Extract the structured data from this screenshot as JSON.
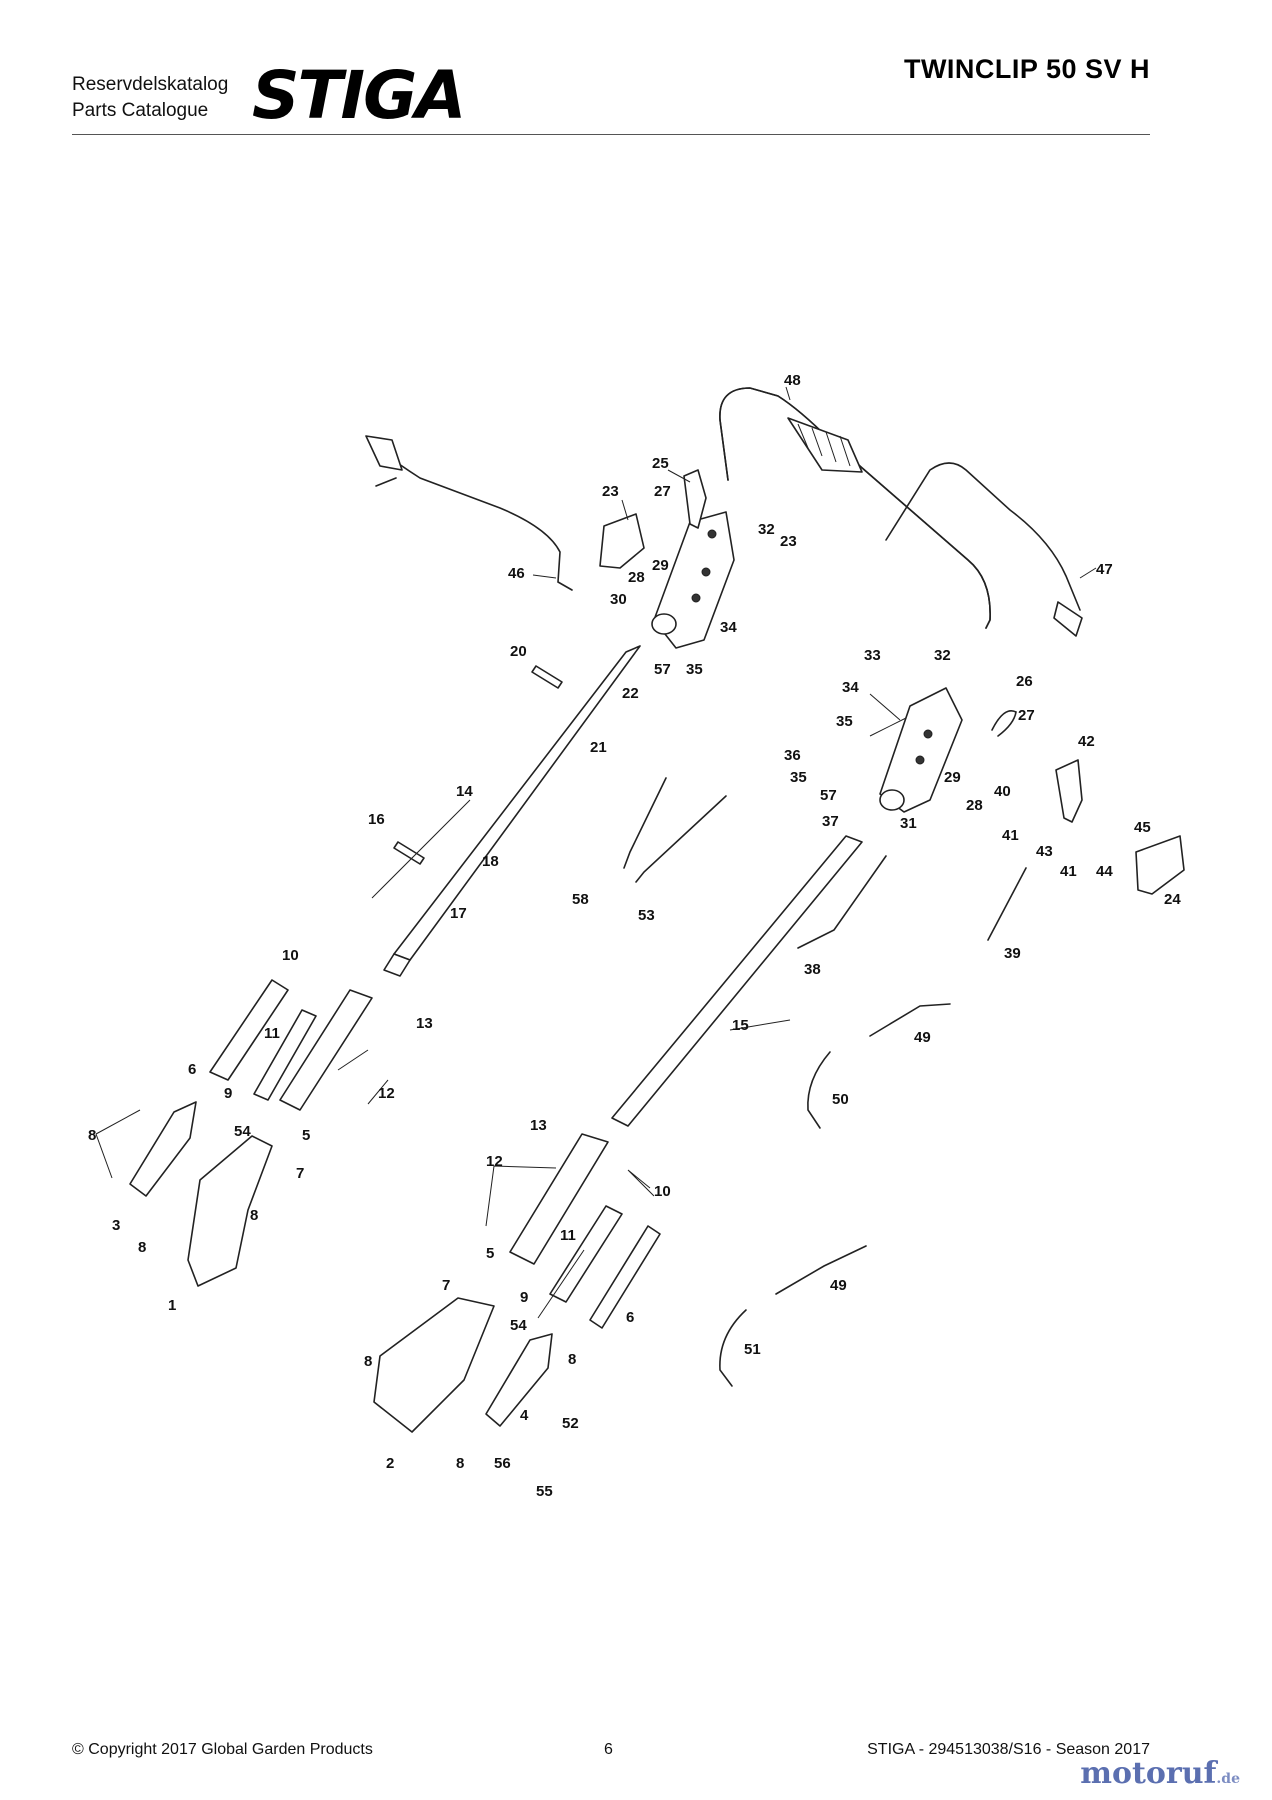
{
  "header": {
    "catalog_line1": "Reservdelskatalog",
    "catalog_line2": "Parts Catalogue",
    "brand": "STIGA",
    "model": "TWINCLIP 50 SV H"
  },
  "diagram": {
    "callouts": [
      {
        "id": "c48",
        "text": "48"
      },
      {
        "id": "c25",
        "text": "25"
      },
      {
        "id": "c23a",
        "text": "23"
      },
      {
        "id": "c27a",
        "text": "27"
      },
      {
        "id": "c32a",
        "text": "32"
      },
      {
        "id": "c23b",
        "text": "23"
      },
      {
        "id": "c28a",
        "text": "28"
      },
      {
        "id": "c29a",
        "text": "29"
      },
      {
        "id": "c46",
        "text": "46"
      },
      {
        "id": "c30",
        "text": "30"
      },
      {
        "id": "c34a",
        "text": "34"
      },
      {
        "id": "c47",
        "text": "47"
      },
      {
        "id": "c20",
        "text": "20"
      },
      {
        "id": "c57a",
        "text": "57"
      },
      {
        "id": "c35a",
        "text": "35"
      },
      {
        "id": "c22",
        "text": "22"
      },
      {
        "id": "c21",
        "text": "21"
      },
      {
        "id": "c33",
        "text": "33"
      },
      {
        "id": "c32b",
        "text": "32"
      },
      {
        "id": "c26",
        "text": "26"
      },
      {
        "id": "c34b",
        "text": "34"
      },
      {
        "id": "c27b",
        "text": "27"
      },
      {
        "id": "c35b",
        "text": "35"
      },
      {
        "id": "c42",
        "text": "42"
      },
      {
        "id": "c36",
        "text": "36"
      },
      {
        "id": "c35c",
        "text": "35"
      },
      {
        "id": "c29b",
        "text": "29"
      },
      {
        "id": "c57b",
        "text": "57"
      },
      {
        "id": "c28b",
        "text": "28"
      },
      {
        "id": "c40",
        "text": "40"
      },
      {
        "id": "c37",
        "text": "37"
      },
      {
        "id": "c31",
        "text": "31"
      },
      {
        "id": "c14",
        "text": "14"
      },
      {
        "id": "c41a",
        "text": "41"
      },
      {
        "id": "c16",
        "text": "16"
      },
      {
        "id": "c45",
        "text": "45"
      },
      {
        "id": "c43",
        "text": "43"
      },
      {
        "id": "c41b",
        "text": "41"
      },
      {
        "id": "c44",
        "text": "44"
      },
      {
        "id": "c18",
        "text": "18"
      },
      {
        "id": "c58",
        "text": "58"
      },
      {
        "id": "c24",
        "text": "24"
      },
      {
        "id": "c17",
        "text": "17"
      },
      {
        "id": "c53",
        "text": "53"
      },
      {
        "id": "c39",
        "text": "39"
      },
      {
        "id": "c10a",
        "text": "10"
      },
      {
        "id": "c38",
        "text": "38"
      },
      {
        "id": "c13a",
        "text": "13"
      },
      {
        "id": "c11a",
        "text": "11"
      },
      {
        "id": "c15",
        "text": "15"
      },
      {
        "id": "c49a",
        "text": "49"
      },
      {
        "id": "c6a",
        "text": "6"
      },
      {
        "id": "c12a",
        "text": "12"
      },
      {
        "id": "c9a",
        "text": "9"
      },
      {
        "id": "c50",
        "text": "50"
      },
      {
        "id": "c5a",
        "text": "5"
      },
      {
        "id": "c8a",
        "text": "8"
      },
      {
        "id": "c54a",
        "text": "54"
      },
      {
        "id": "c13b",
        "text": "13"
      },
      {
        "id": "c7a",
        "text": "7"
      },
      {
        "id": "c12b",
        "text": "12"
      },
      {
        "id": "c10b",
        "text": "10"
      },
      {
        "id": "c3",
        "text": "3"
      },
      {
        "id": "c8b",
        "text": "8"
      },
      {
        "id": "c8c",
        "text": "8"
      },
      {
        "id": "c5b",
        "text": "5"
      },
      {
        "id": "c11b",
        "text": "11"
      },
      {
        "id": "c1",
        "text": "1"
      },
      {
        "id": "c9b",
        "text": "9"
      },
      {
        "id": "c49b",
        "text": "49"
      },
      {
        "id": "c7b",
        "text": "7"
      },
      {
        "id": "c6b",
        "text": "6"
      },
      {
        "id": "c54b",
        "text": "54"
      },
      {
        "id": "c8d",
        "text": "8"
      },
      {
        "id": "c51",
        "text": "51"
      },
      {
        "id": "c8e",
        "text": "8"
      },
      {
        "id": "c4",
        "text": "4"
      },
      {
        "id": "c52",
        "text": "52"
      },
      {
        "id": "c2",
        "text": "2"
      },
      {
        "id": "c8f",
        "text": "8"
      },
      {
        "id": "c56",
        "text": "56"
      },
      {
        "id": "c55",
        "text": "55"
      }
    ]
  },
  "footer": {
    "copyright": "© Copyright 2017 Global Garden Products",
    "page_number": "6",
    "catalog_ref": "STIGA - 294513038/S16 - Season 2017",
    "watermark_main": "motoruf",
    "watermark_tld": ".de"
  }
}
